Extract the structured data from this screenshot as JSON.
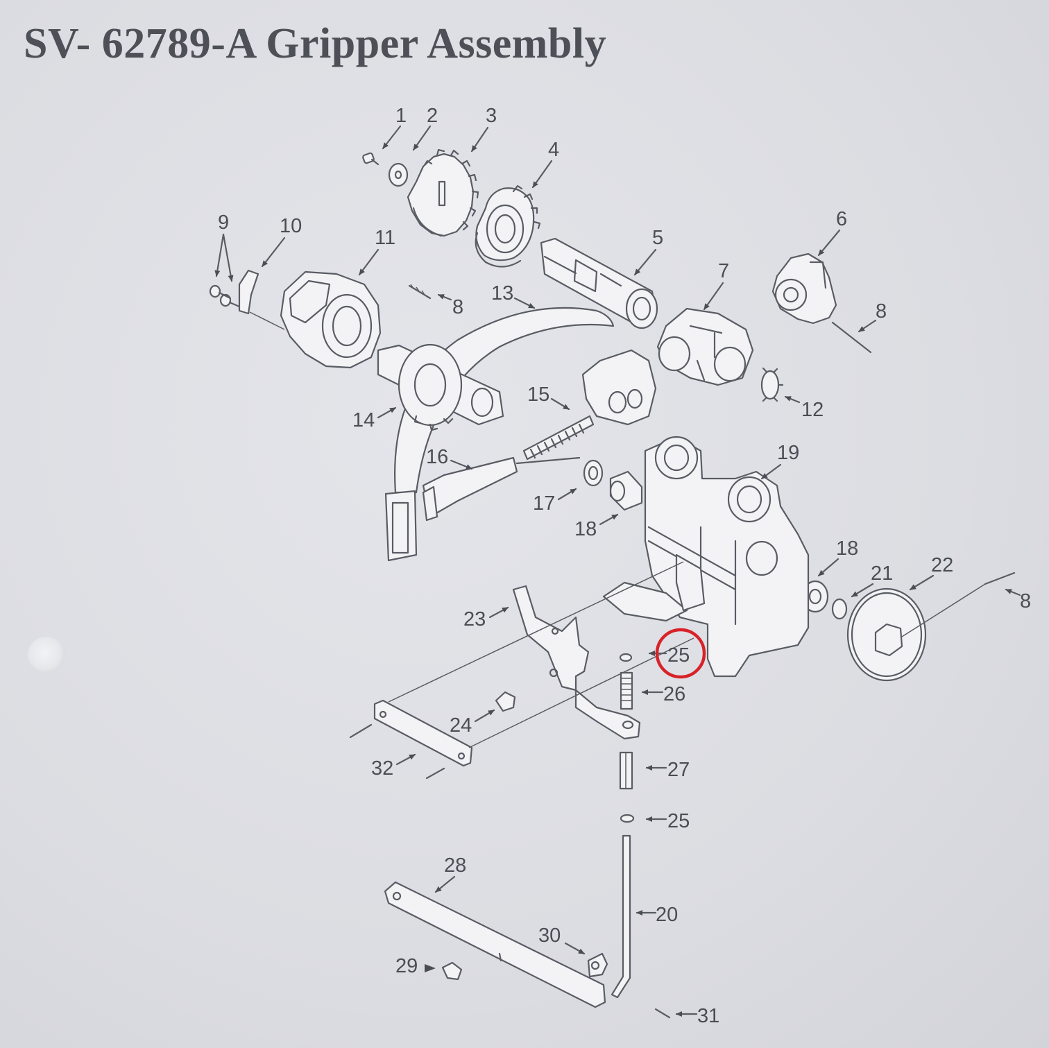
{
  "title": "SV- 62789-A Gripper Assembly",
  "highlight_color": "#d8222a",
  "labels": {
    "l1": "1",
    "l2": "2",
    "l3": "3",
    "l4": "4",
    "l5": "5",
    "l6": "6",
    "l7": "7",
    "l8a": "8",
    "l8b": "8",
    "l8c": "8",
    "l9": "9",
    "l10": "10",
    "l11": "11",
    "l12": "12",
    "l13": "13",
    "l14": "14",
    "l15": "15",
    "l16": "16",
    "l17": "17",
    "l18a": "18",
    "l18b": "18",
    "l19": "19",
    "l20": "20",
    "l21": "21",
    "l22": "22",
    "l23": "23",
    "l24": "24",
    "l25a": "25",
    "l25b": "25",
    "l26": "26",
    "l27": "27",
    "l28": "28",
    "l29": "29",
    "l30": "30",
    "l31": "31",
    "l32": "32"
  }
}
